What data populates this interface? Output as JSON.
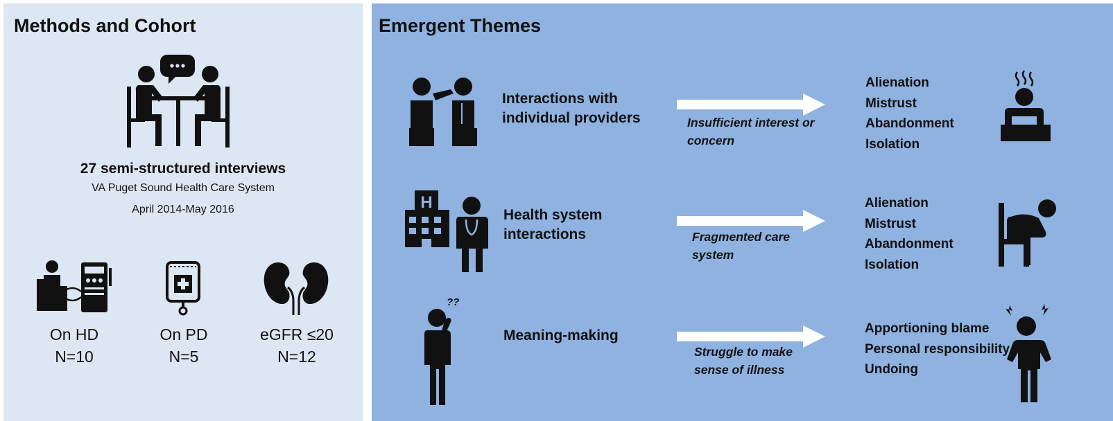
{
  "methods": {
    "title": "Methods and Cohort",
    "interviews": "27 semi-structured interviews",
    "site": "VA Puget Sound Health Care System",
    "period": "April 2014-May 2016",
    "groups": [
      {
        "label": "On HD",
        "n": "N=10",
        "icon": "hemodialysis-icon"
      },
      {
        "label": "On PD",
        "n": "N=5",
        "icon": "dialysis-bag-icon"
      },
      {
        "label": "eGFR ≤20",
        "n": "N=12",
        "icon": "kidneys-icon"
      }
    ]
  },
  "themes": {
    "title": "Emergent Themes",
    "rows": [
      {
        "label": "Interactions with individual providers",
        "caption": "Insufficient interest or concern",
        "outcomes": [
          "Alienation",
          "Mistrust",
          "Abandonment",
          "Isolation"
        ],
        "icon": "patient-provider-icon",
        "outcome_icon": "dejected-person-icon"
      },
      {
        "label": "Health system interactions",
        "caption": "Fragmented care system",
        "outcomes": [
          "Alienation",
          "Mistrust",
          "Abandonment",
          "Isolation"
        ],
        "icon": "hospital-doctor-icon",
        "outcome_icon": "head-in-hands-icon"
      },
      {
        "label": "Meaning-making",
        "caption": "Struggle to make sense of illness",
        "outcomes": [
          "Apportioning blame",
          "Personal responsibility",
          "Undoing"
        ],
        "icon": "confused-person-icon",
        "outcome_icon": "frustrated-person-icon"
      }
    ]
  },
  "colors": {
    "left_panel": "#dce7f3",
    "right_panel": "#8fb2e0",
    "arrow": "#ffffff",
    "ink": "#111111"
  }
}
